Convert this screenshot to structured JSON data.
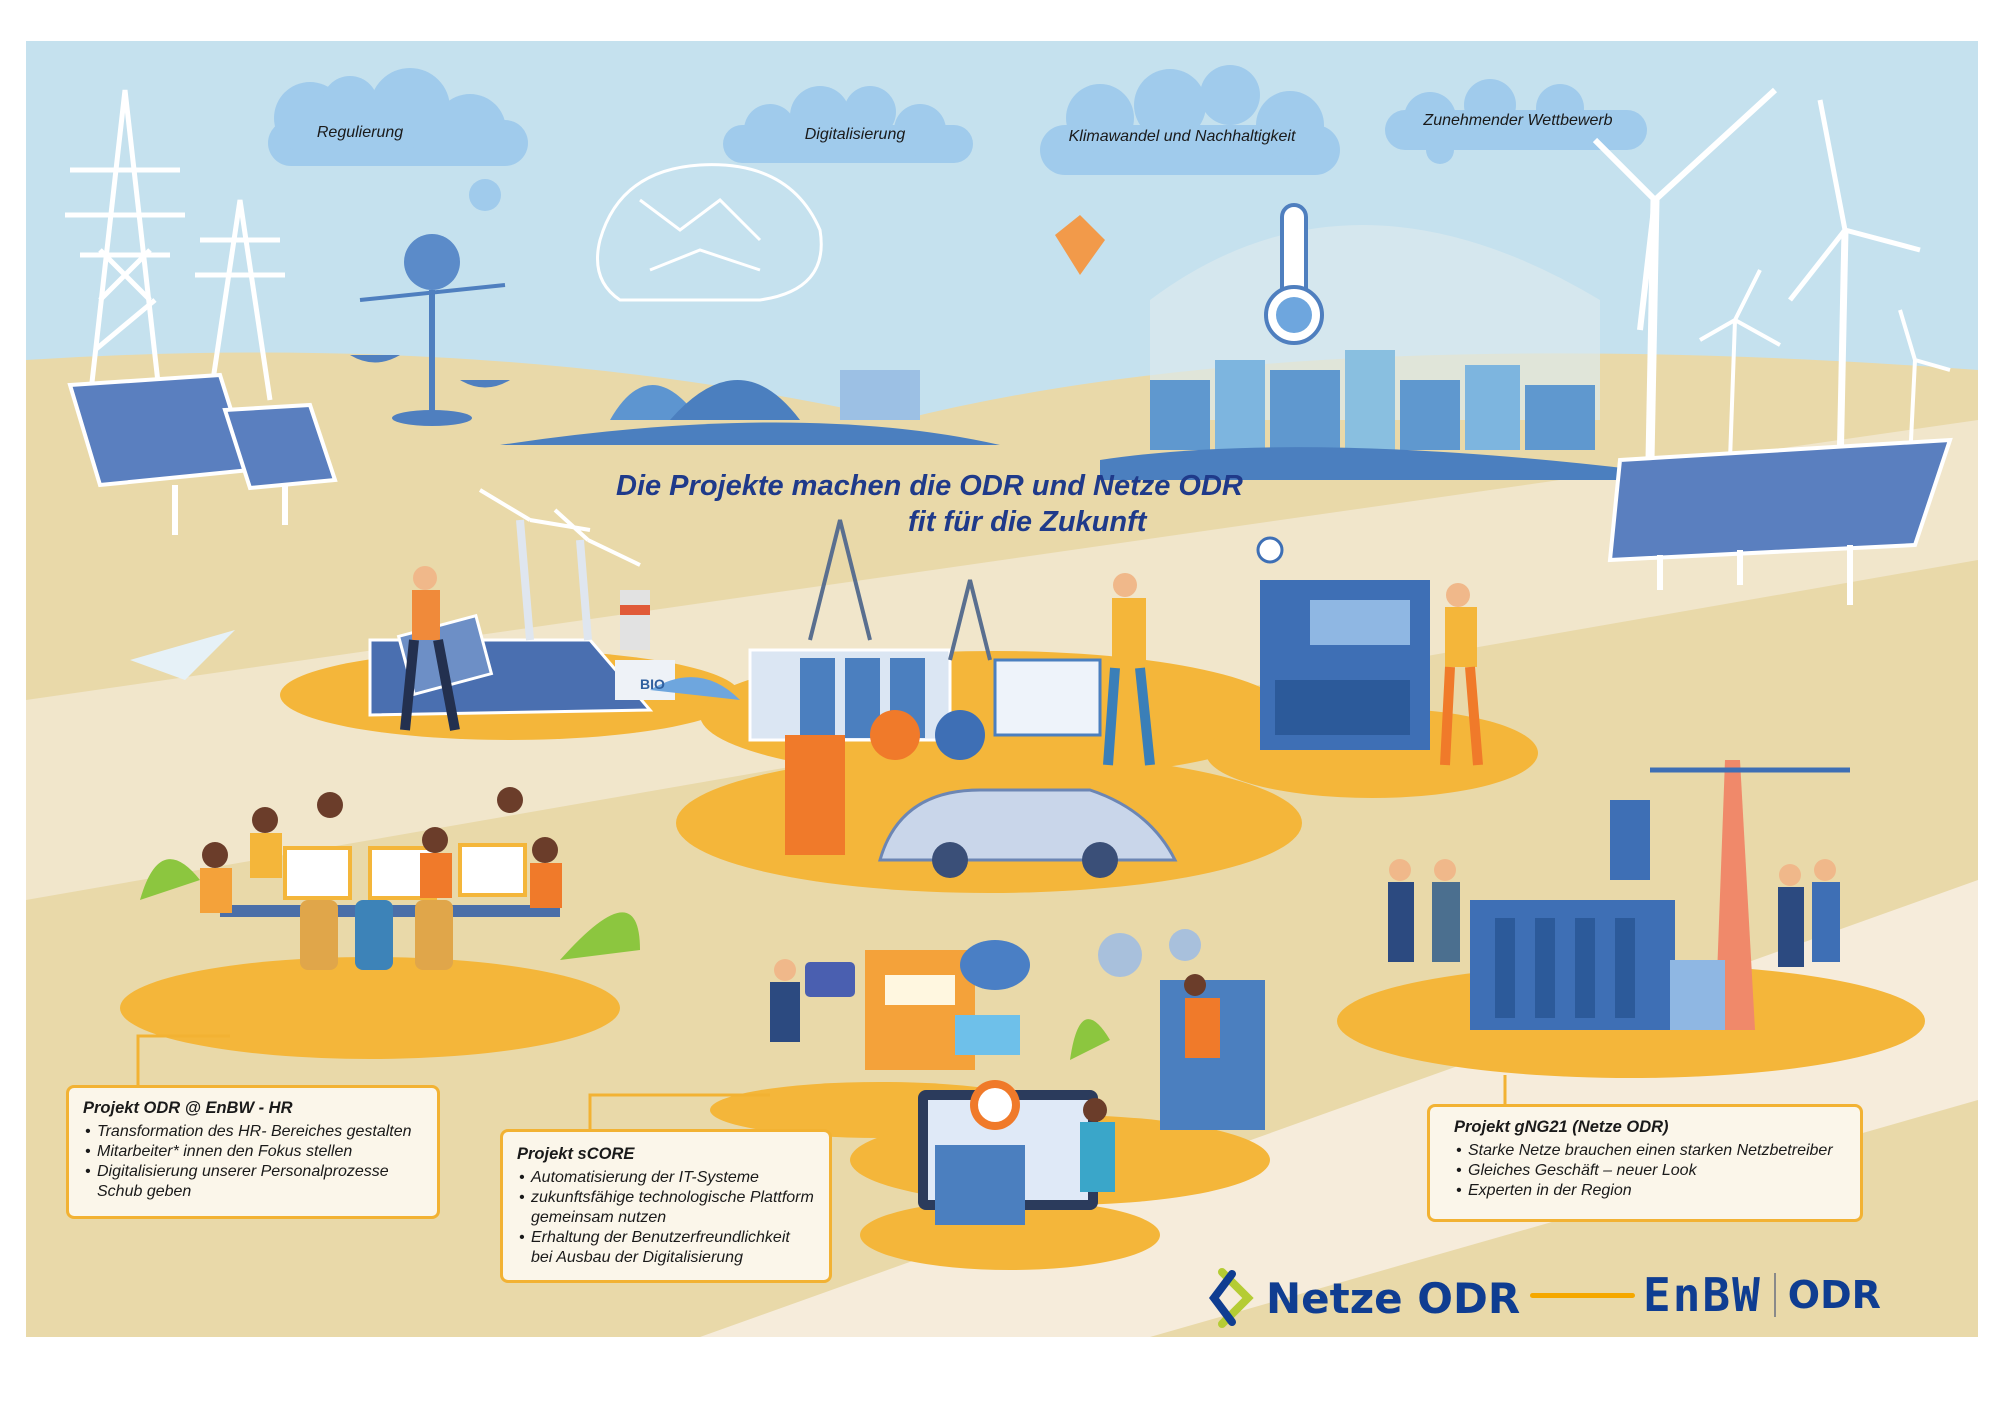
{
  "clouds": [
    {
      "label": "Regulierung"
    },
    {
      "label": "Digitalisierung"
    },
    {
      "label": "Klimawandel und Nachhaltigkeit"
    },
    {
      "label": "Zunehmender Wettbewerb"
    }
  ],
  "headline": {
    "line1": "Die Projekte machen die ODR und Netze ODR",
    "line2": "fit für die Zukunft"
  },
  "scene_labels": {
    "bio": "BIO"
  },
  "projects": [
    {
      "title": "Projekt ODR @ EnBW - HR",
      "bullets": [
        "Transformation des HR- Bereiches gestalten",
        "Mitarbeiter* innen den Fokus stellen",
        "Digitalisierung unserer Personalprozesse Schub geben"
      ]
    },
    {
      "title": "Projekt sCORE",
      "bullets": [
        "Automatisierung der IT-Systeme",
        "zukunftsfähige technologische Plattform gemeinsam nutzen",
        "Erhaltung der Benutzerfreundlichkeit bei Ausbau der Digitalisierung"
      ]
    },
    {
      "title": "Projekt gNG21 (Netze ODR)",
      "bullets": [
        "Starke Netze brauchen einen starken Netzbetreiber",
        "Gleiches Geschäft – neuer Look",
        "Experten in der Region"
      ]
    }
  ],
  "logos": {
    "netze": "Netze ODR",
    "enbw": "EnBW",
    "odr": "ODR"
  },
  "colors": {
    "sky": "#c5e1ee",
    "cloud": "#a0cbec",
    "sand": "#e9d9a9",
    "platform": "#f4b63a",
    "navy": "#1f3a8a",
    "logo_blue": "#0f3d91",
    "logo_green": "#b5cc34",
    "enbw_line": "#f5a800"
  }
}
